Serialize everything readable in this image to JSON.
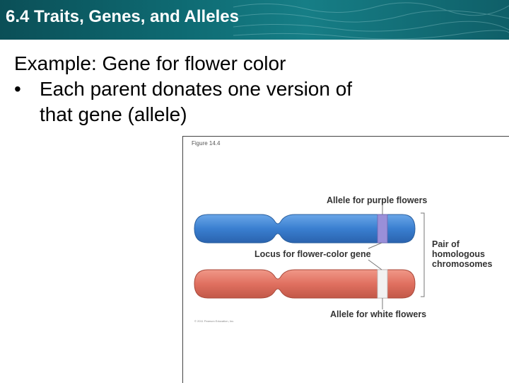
{
  "slide": {
    "title": "6.4 Traits, Genes, and Alleles"
  },
  "content": {
    "example_label": "Example:",
    "example_text": "Gene for flower color",
    "bullet_glyph": "•",
    "bullet_line1": "Each parent donates one version of",
    "bullet_line2": "that gene (allele)"
  },
  "figure": {
    "caption": "Figure 14.4",
    "label_purple_allele": "Allele for purple flowers",
    "label_locus": "Locus for flower-color gene",
    "label_pair_1": "Pair of",
    "label_pair_2": "homologous",
    "label_pair_3": "chromosomes",
    "label_white_allele": "Allele for white flowers",
    "copyright": "© 2011 Pearson Education, Inc.",
    "colors": {
      "blue_chromosome": "#3a7fd0",
      "red_chromosome": "#e07060",
      "purple_band": "#9a8fd8",
      "white_band": "#f2f2f2"
    }
  }
}
